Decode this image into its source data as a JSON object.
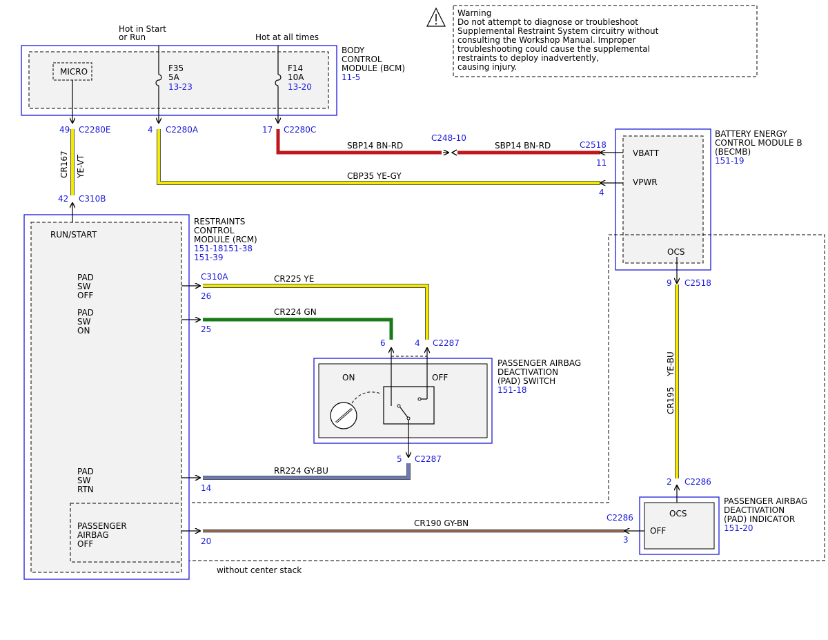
{
  "warning": {
    "lines": [
      "Warning",
      "Do not attempt to diagnose or troubleshoot",
      "Supplemental Restraint System circuitry without",
      "consulting the Workshop Manual. Improper",
      "troubleshooting could cause the supplemental",
      "restraints to deploy inadvertently,",
      "causing injury."
    ]
  },
  "bcm": {
    "name_lines": [
      "BODY",
      "CONTROL",
      "MODULE (BCM)"
    ],
    "ref": "11-5",
    "micro": "MICRO",
    "feed_run": [
      "Hot in Start",
      "or Run"
    ],
    "feed_always": "Hot at all times",
    "fuse_f35": {
      "name": "F35",
      "rating": "5A",
      "ref": "13-23"
    },
    "fuse_f14": {
      "name": "F14",
      "rating": "10A",
      "ref": "13-20"
    }
  },
  "bcm_pins": {
    "p49": "49",
    "c2280e": "C2280E",
    "p4": "4",
    "c2280a": "C2280A",
    "p17": "17",
    "c2280c": "C2280C"
  },
  "wires": {
    "cr167": "CR167",
    "cr167_color": "YE-VT",
    "sbp14_left": "SBP14   BN-RD",
    "sbp14_right": "SBP14   BN-RD",
    "inline_conn": "C248-10",
    "cbp35": "CBP35   YE-GY",
    "cr225": "CR225   YE",
    "cr224": "CR224   GN",
    "rr224": "RR224   GY-BU",
    "cr190": "CR190   GY-BN",
    "cr195": "CR195",
    "cr195_color": "YE-BU"
  },
  "becmb": {
    "name_lines": [
      "BATTERY ENERGY",
      "CONTROL MODULE B",
      "(BECMB)"
    ],
    "ref": "151-19",
    "vbatt": "VBATT",
    "vpwr": "VPWR",
    "ocs": "OCS",
    "conn": "C2518",
    "pin11": "11",
    "pin4": "4",
    "pin9": "9",
    "conn_bottom": "C2518"
  },
  "rcm": {
    "name_lines": [
      "RESTRAINTS",
      "CONTROL",
      "MODULE (RCM)"
    ],
    "refs_a": "151-18151-38",
    "refs_b": "151-39",
    "run_start": "RUN/START",
    "pin42": "42",
    "conn_c310b": "C310B",
    "conn_c310a": "C310A",
    "pad_off": [
      "PAD",
      "SW",
      "OFF"
    ],
    "pad_on": [
      "PAD",
      "SW",
      "ON"
    ],
    "pad_rtn": [
      "PAD",
      "SW",
      "RTN"
    ],
    "pass_airbag_off": [
      "PASSENGER",
      "AIRBAG",
      "OFF"
    ],
    "pin26": "26",
    "pin25": "25",
    "pin14": "14",
    "pin20": "20"
  },
  "pad_switch": {
    "name_lines": [
      "PASSENGER AIRBAG",
      "DEACTIVATION",
      "(PAD) SWITCH"
    ],
    "ref": "151-18",
    "on": "ON",
    "off": "OFF",
    "pin6": "6",
    "pin4": "4",
    "conn_top": "C2287",
    "pin5": "5",
    "conn_bottom": "C2287"
  },
  "pad_indicator": {
    "name_lines": [
      "PASSENGER AIRBAG",
      "DEACTIVATION",
      "(PAD) INDICATOR"
    ],
    "ref": "151-20",
    "ocs": "OCS",
    "off": "OFF",
    "pin2": "2",
    "conn_top": "C2286",
    "pin3": "3",
    "conn_left": "C2286"
  },
  "footnote": "without center stack",
  "colors": {
    "yellow": "#f2ea00",
    "red": "#c0171d",
    "green": "#1a7a1a",
    "gray_blue": "#6b79b8",
    "gray_brown": "#8a7a6a",
    "module_border": "#1a1adc",
    "module_fill": "#f2f2f2",
    "ref_text": "#1a1adc"
  }
}
